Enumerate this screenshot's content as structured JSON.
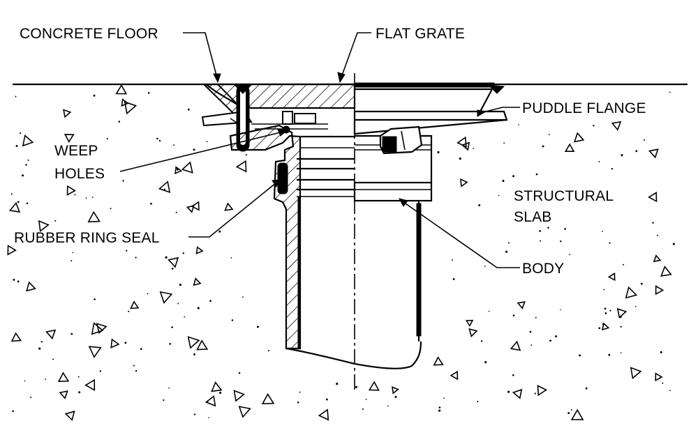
{
  "diagram": {
    "labels": {
      "concrete_floor": "CONCRETE FLOOR",
      "flat_grate": "FLAT GRATE",
      "puddle_flange": "PUDDLE FLANGE",
      "weep_holes_line1": "WEEP",
      "weep_holes_line2": "HOLES",
      "structural_slab_line1": "STRUCTURAL",
      "structural_slab_line2": "SLAB",
      "rubber_ring_seal": "RUBBER RING SEAL",
      "body": "BODY"
    },
    "colors": {
      "ink": "#000000",
      "background": "#ffffff"
    }
  }
}
